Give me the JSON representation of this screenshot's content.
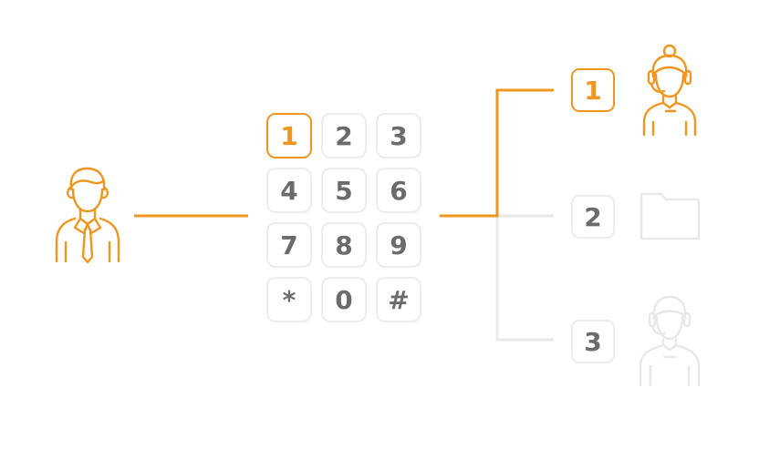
{
  "colors": {
    "accent": "#f0961f",
    "muted_line": "#e8e8e8",
    "key_border": "#ececec",
    "key_text": "#6b6b6b"
  },
  "caller": {
    "icon": "male-caller-icon"
  },
  "keypad": {
    "keys": [
      "1",
      "2",
      "3",
      "4",
      "5",
      "6",
      "7",
      "8",
      "9",
      "*",
      "0",
      "#"
    ],
    "selected": "1"
  },
  "routes": [
    {
      "label": "1",
      "destination_icon": "female-agent-headset-icon",
      "active": true
    },
    {
      "label": "2",
      "destination_icon": "folder-icon",
      "active": false
    },
    {
      "label": "3",
      "destination_icon": "male-agent-headset-icon",
      "active": false
    }
  ]
}
